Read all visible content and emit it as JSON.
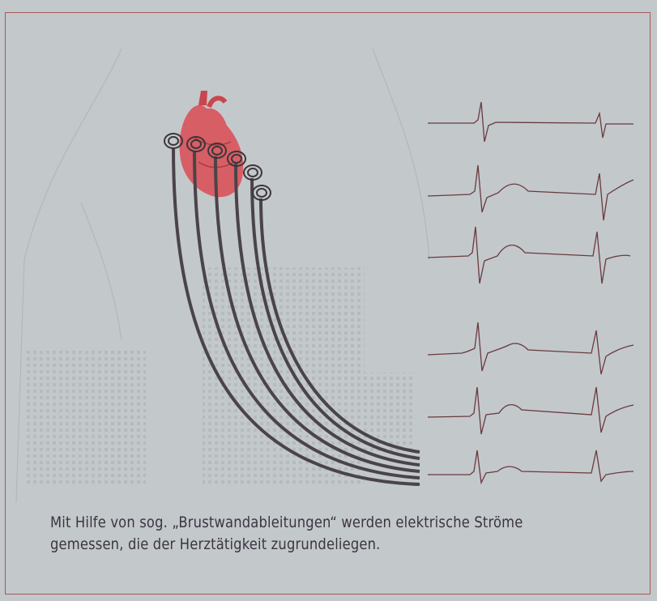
{
  "caption": {
    "line1": "Mit Hilfe von sog. „Brustwandableitungen“ werden elektrische Ströme",
    "line2": "gemessen, die der Herztätigkeit zugrundeliegen."
  },
  "colors": {
    "background": "#c3c8cb",
    "border": "#a85a5a",
    "heart": "#d9525a",
    "cable": "#4a4448",
    "ecg_trace": "#6a3a3e"
  },
  "electrode_count": 6,
  "ecg_trace_count": 6
}
